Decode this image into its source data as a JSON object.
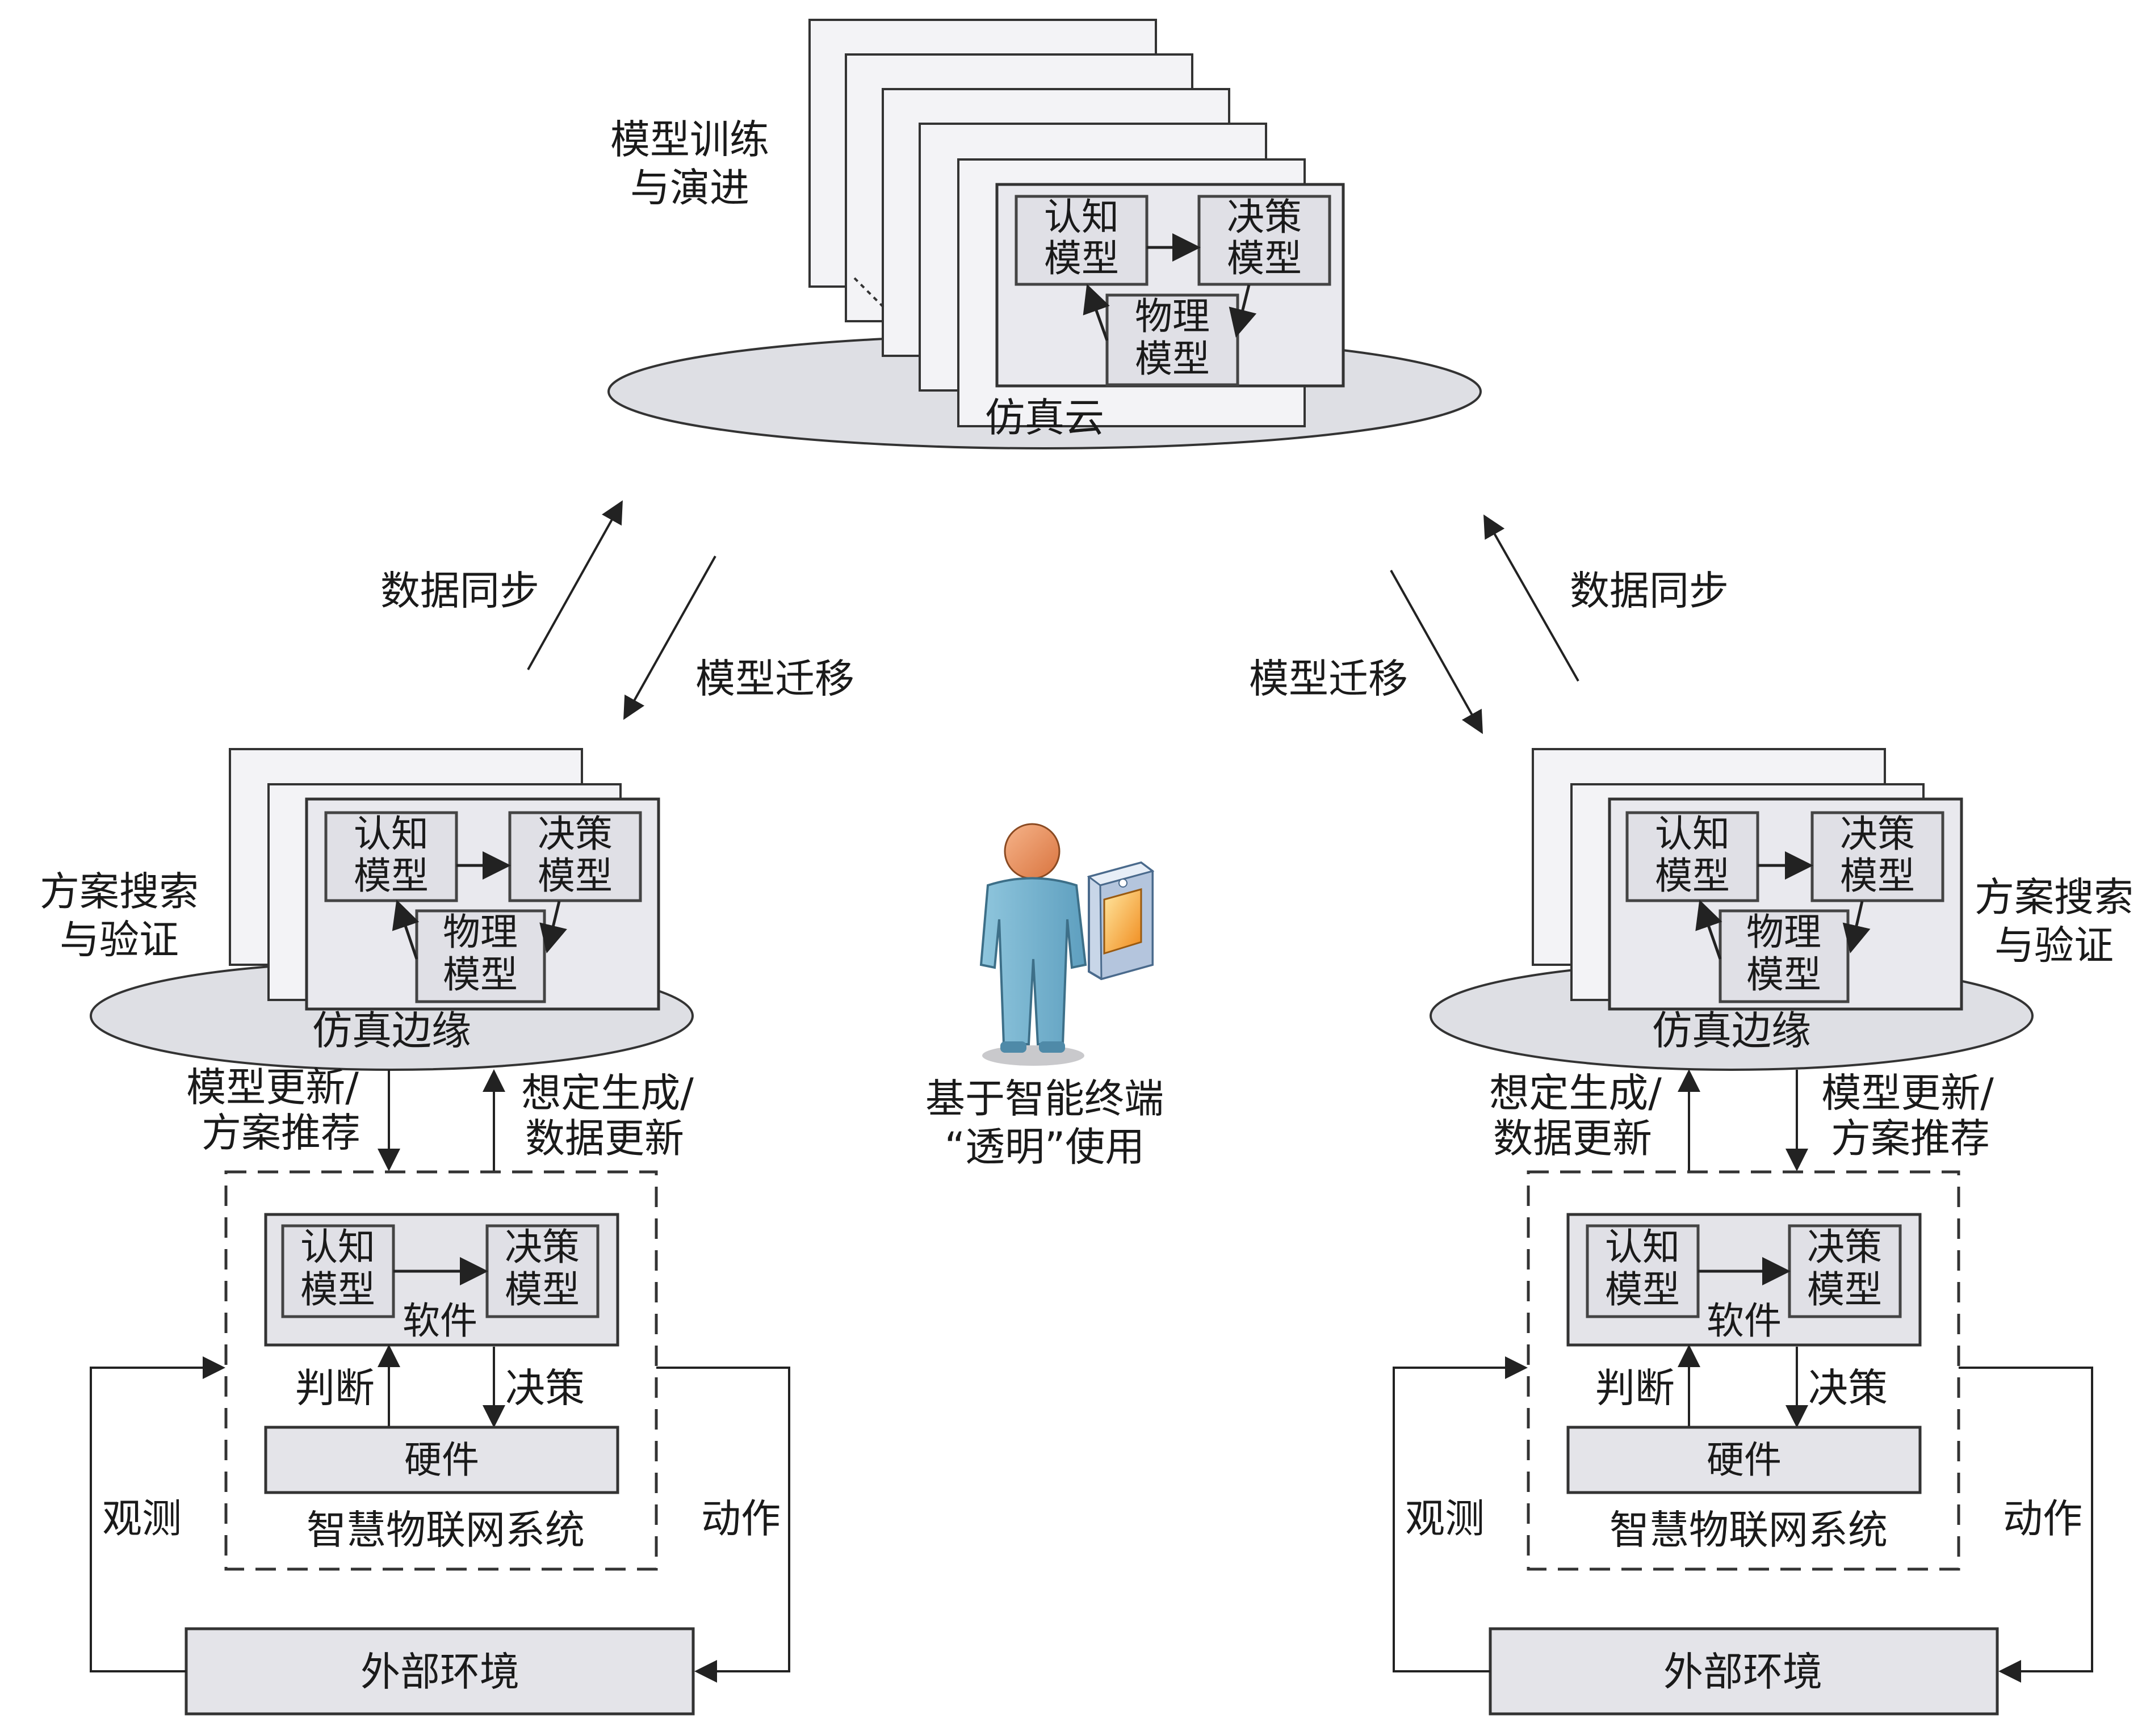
{
  "cloud": {
    "title": "仿真云",
    "side_label_line1": "模型训练",
    "side_label_line2": "与演进",
    "cognitive": [
      "认知",
      "模型"
    ],
    "decision": [
      "决策",
      "模型"
    ],
    "physical": [
      "物理",
      "模型"
    ]
  },
  "edge": {
    "title": "仿真边缘",
    "side_label_line1": "方案搜索",
    "side_label_line2": "与验证",
    "cognitive": [
      "认知",
      "模型"
    ],
    "decision": [
      "决策",
      "模型"
    ],
    "physical": [
      "物理",
      "模型"
    ]
  },
  "links": {
    "data_sync": "数据同步",
    "model_migration": "模型迁移",
    "down_line1": "模型更新/",
    "down_line2": "方案推荐",
    "up_line1": "想定生成/",
    "up_line2": "数据更新"
  },
  "iot": {
    "title": "智慧物联网系统",
    "software": "软件",
    "hardware": "硬件",
    "cognitive": [
      "认知",
      "模型"
    ],
    "decision": [
      "决策",
      "模型"
    ],
    "judge": "判断",
    "decide": "决策"
  },
  "env": {
    "title": "外部环境",
    "observe": "观测",
    "action": "动作"
  },
  "user": {
    "line1": "基于智能终端",
    "line2": "“透明”使用",
    "person_icon": "person-icon",
    "terminal_icon": "terminal-icon"
  }
}
